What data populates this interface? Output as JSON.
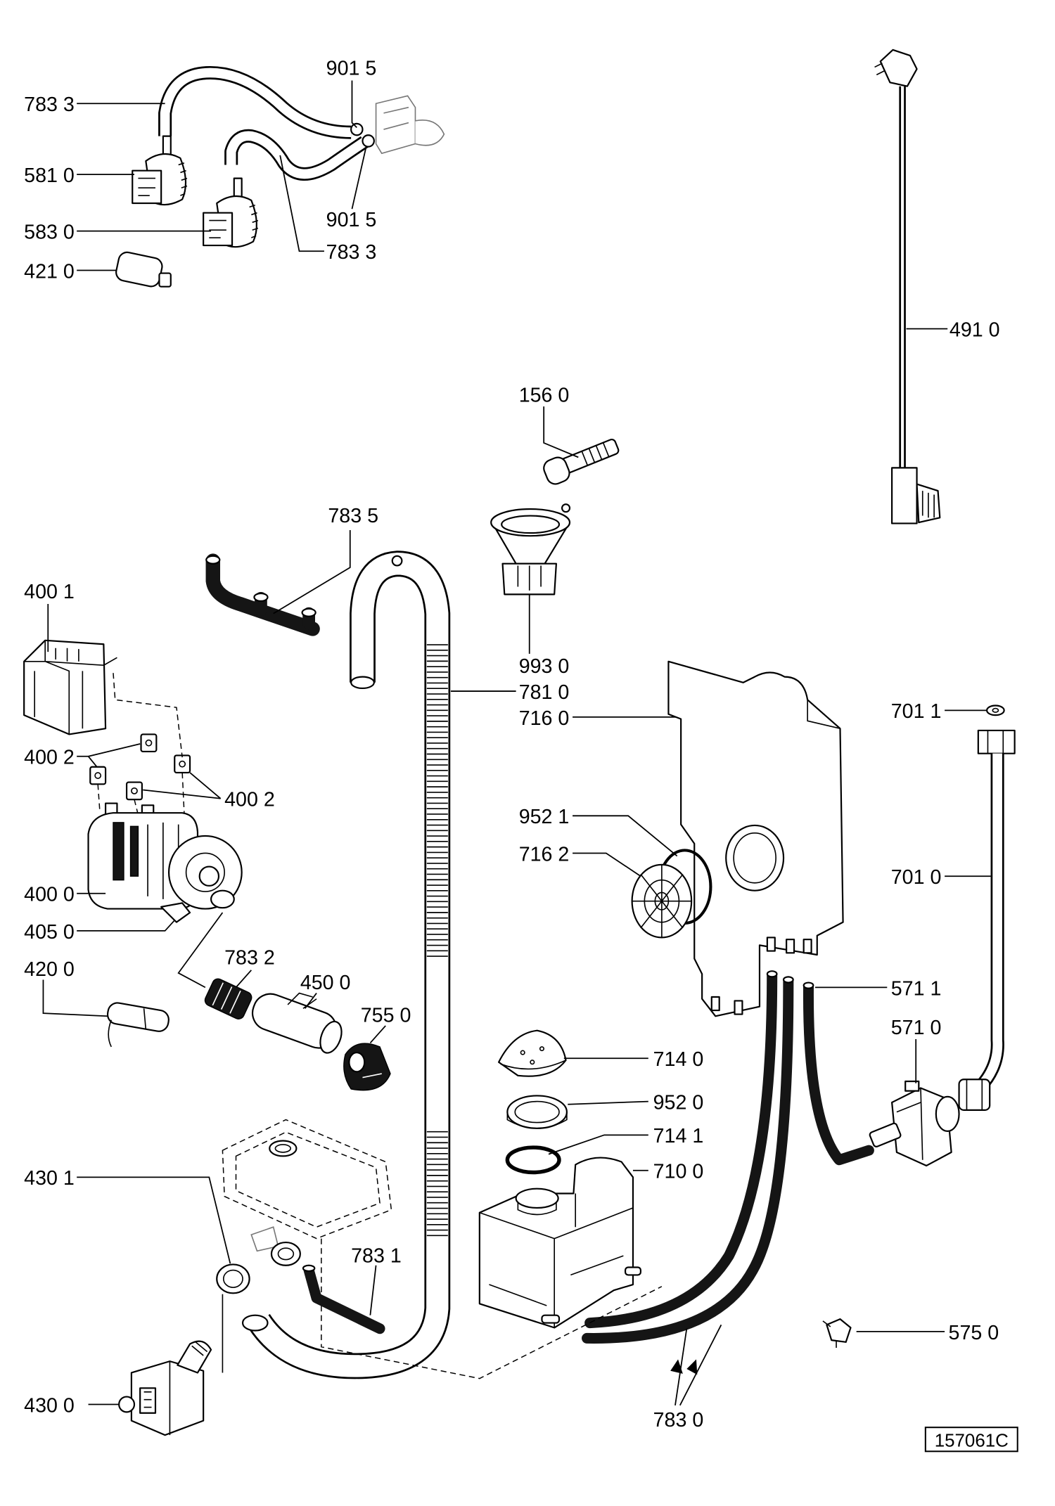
{
  "part_numbers": [
    "783 3",
    "901 5",
    "581 0",
    "583 0",
    "421 0",
    "901 5",
    "783 3",
    "491 0",
    "156 0",
    "783 5",
    "400 1",
    "993 0",
    "781 0",
    "716 0",
    "701 1",
    "400 2",
    "400 2",
    "952 1",
    "716 2",
    "701 0",
    "400 0",
    "405 0",
    "420 0",
    "783 2",
    "450 0",
    "755 0",
    "571 1",
    "571 0",
    "714 0",
    "952 0",
    "714 1",
    "710 0",
    "430 1",
    "783 1",
    "575 0",
    "430 0",
    "783 0"
  ],
  "drawing_number": "157061C"
}
